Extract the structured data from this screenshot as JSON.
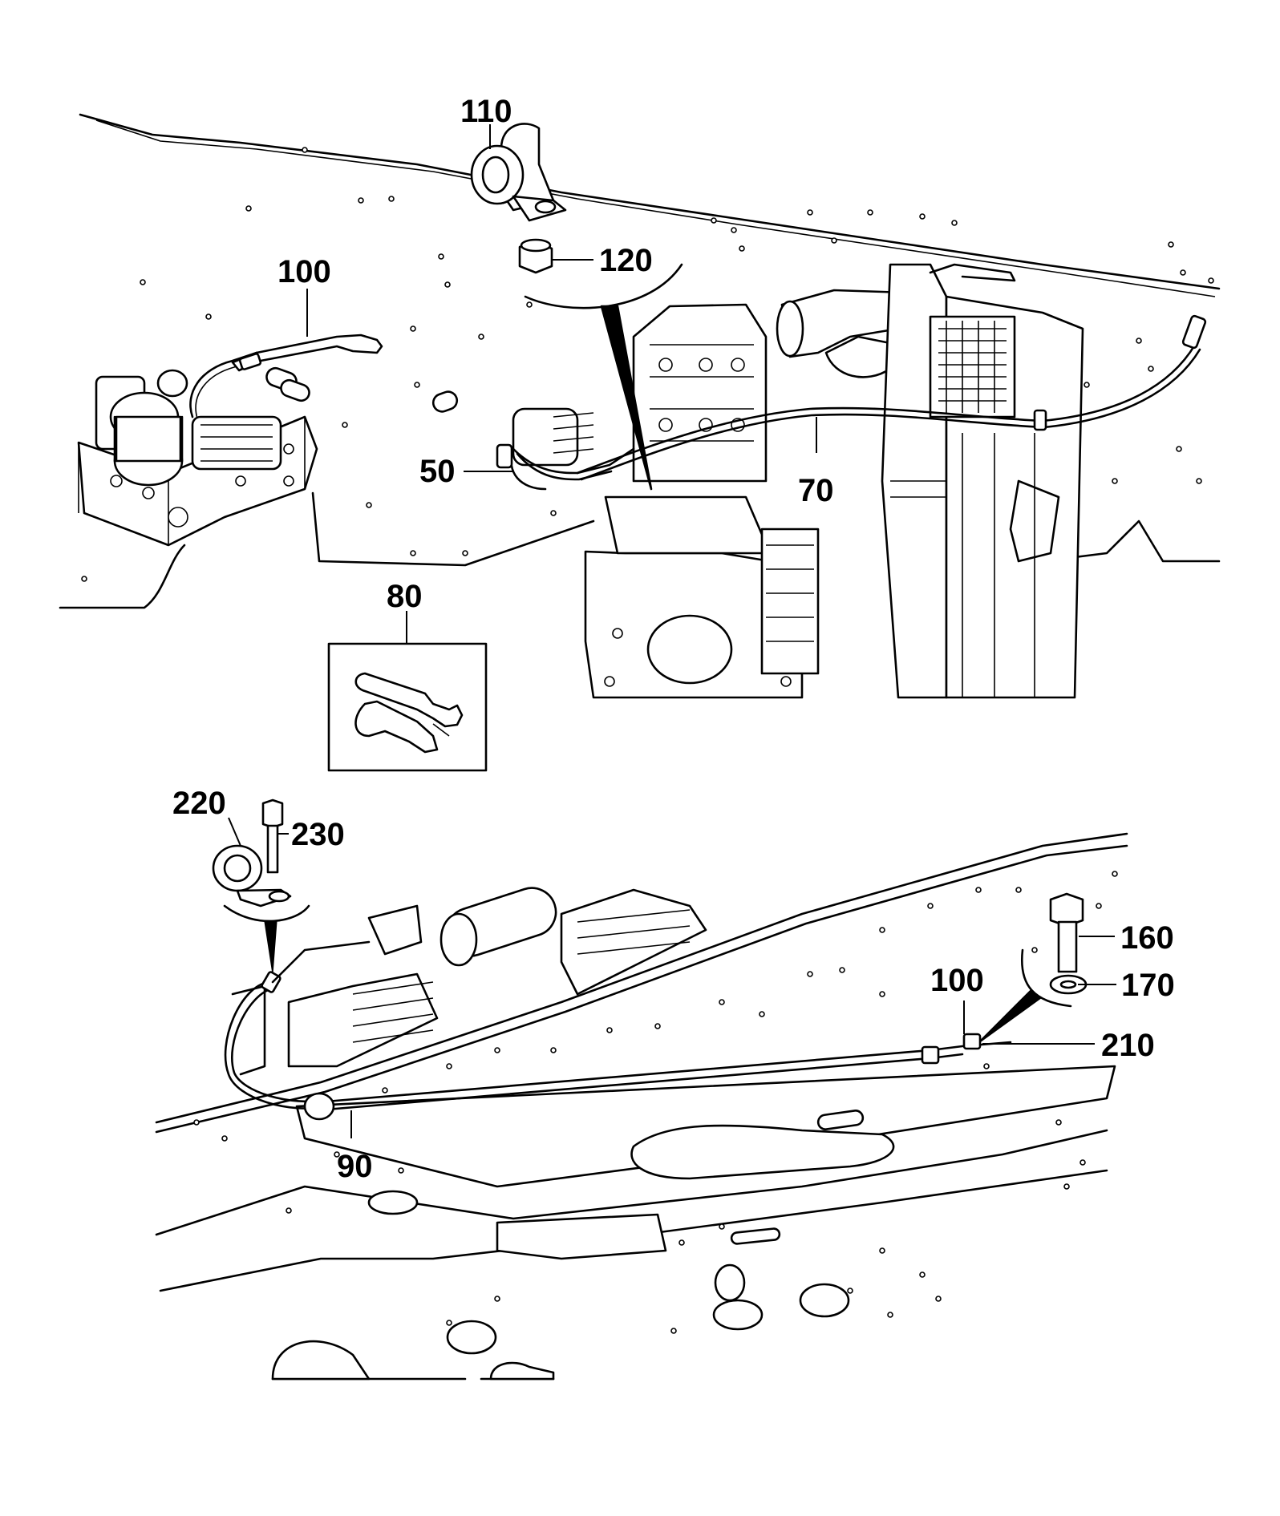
{
  "callouts": {
    "c110": "110",
    "c120": "120",
    "c100_top": "100",
    "c50": "50",
    "c70": "70",
    "c80": "80",
    "c220": "220",
    "c230": "230",
    "c160": "160",
    "c100_bottom": "100",
    "c170": "170",
    "c210": "210",
    "c90": "90"
  }
}
